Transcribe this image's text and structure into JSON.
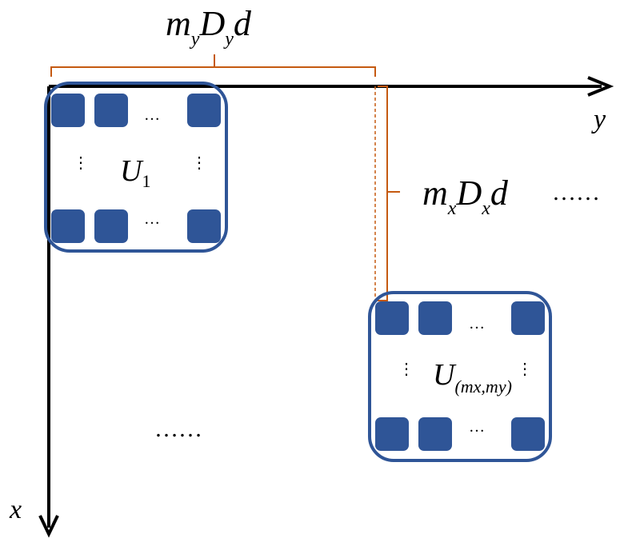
{
  "colors": {
    "axis": "#000000",
    "brace": "#C55A11",
    "group_outline": "#2F5597",
    "antenna_fill": "#2F5597"
  },
  "axes": {
    "x_label": "x",
    "y_label": "y"
  },
  "spacing_labels": {
    "horizontal": {
      "m": "m",
      "m_sub": "y",
      "D": "D",
      "D_sub": "y",
      "d": "d"
    },
    "vertical": {
      "m": "m",
      "m_sub": "x",
      "D": "D",
      "D_sub": "x",
      "d": "d"
    }
  },
  "groups": {
    "first": {
      "name": "U",
      "sub": "1"
    },
    "last": {
      "name": "U",
      "sub": "(mx,my)"
    }
  },
  "ellipsis": {
    "short": "…",
    "vertical": "⋮",
    "long": "……"
  },
  "icons": {
    "antenna_element": "rounded-square-icon",
    "axis_arrow": "arrow-icon"
  }
}
